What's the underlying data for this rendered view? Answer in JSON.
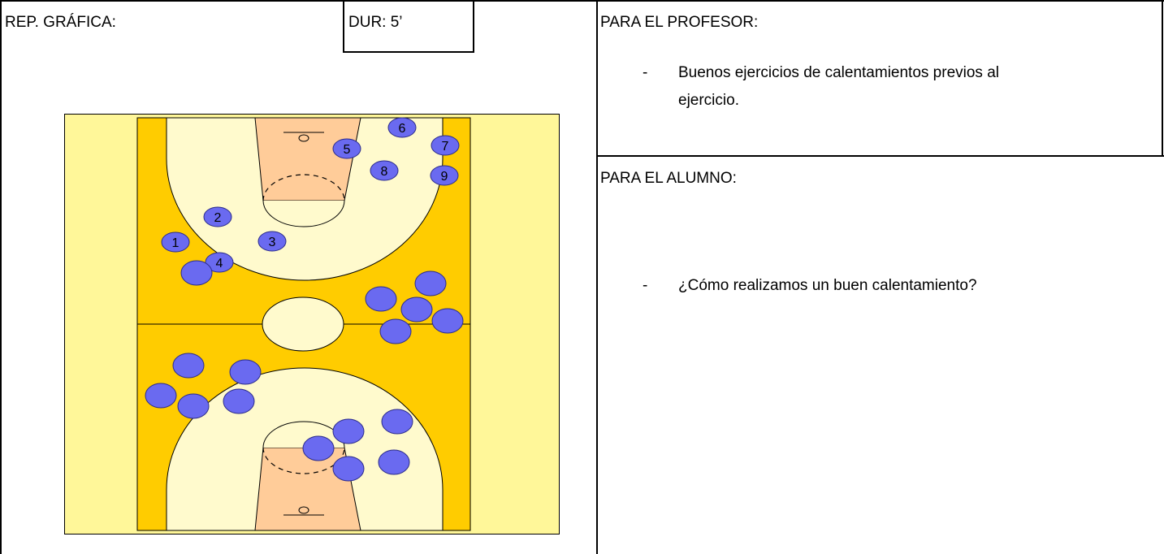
{
  "left_cell": {
    "rep_label": "REP. GRÁFICA:",
    "dur_label": "DUR: 5’"
  },
  "teacher": {
    "heading": "PARA EL PROFESOR:",
    "bullet": "-",
    "text_line1": "Buenos ejercicios de calentamientos previos al",
    "text_line2": "ejercicio."
  },
  "student": {
    "heading": "PARA EL ALUMNO:",
    "bullet": "-",
    "text": "¿Cómo realizamos un buen calentamiento?"
  },
  "diagram": {
    "colors": {
      "outer": "#FFF799",
      "court": "#FFCC00",
      "arc_area": "#FFFACD",
      "key": "#FFCC99",
      "player": "#6A6AF0",
      "player_stroke": "#2b2b8a"
    },
    "numbered_players": [
      "1",
      "2",
      "3",
      "4",
      "5",
      "6",
      "7",
      "8",
      "9"
    ]
  }
}
